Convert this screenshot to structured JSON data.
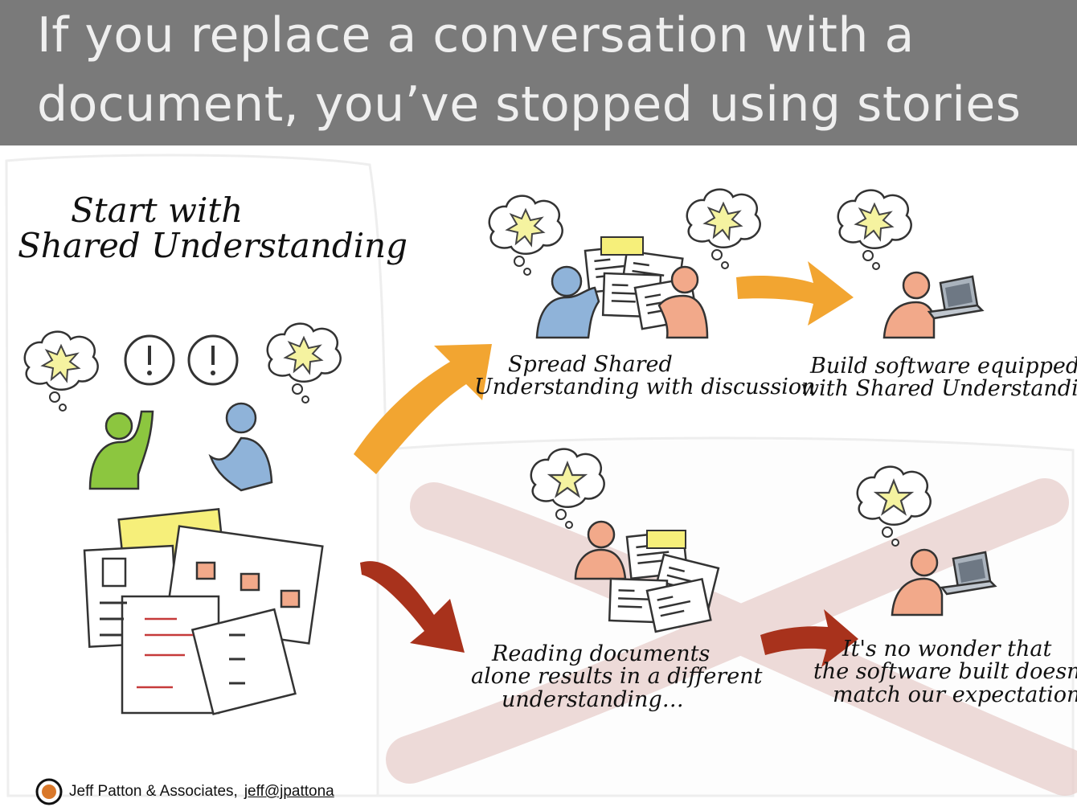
{
  "slide": {
    "title_line1": "If you replace a conversation with a",
    "title_line2": "document, you’ve stopped using stories"
  },
  "heading": {
    "line1": "Start with",
    "line2": "Shared Understanding"
  },
  "captions": {
    "spread": {
      "line1": "Spread Shared",
      "line2": "Understanding with discussion"
    },
    "build": {
      "line1": "Build software equipped",
      "line2": "with Shared Understandin"
    },
    "reading": {
      "line1": "Reading documents",
      "line2": "alone results in a different",
      "line3": "understanding…"
    },
    "wonder": {
      "line1": "It's no wonder that",
      "line2": "the software built doesn't",
      "line3": "match our expectations"
    }
  },
  "footer": {
    "text": "Jeff Patton & Associates,",
    "email": "jeff@jpattona"
  },
  "colors": {
    "title_bar": "#7a7a7a",
    "title_text": "#efefef",
    "arrow_orange": "#f2a531",
    "arrow_red": "#a8321c",
    "cross": "#e8cfcc",
    "person_green": "#8cc63f",
    "person_blue": "#8fb3d9",
    "person_peach": "#f2a98a",
    "star_yellow": "#f5f3a0"
  },
  "icons": [
    "thought-bubble-icon",
    "star-icon",
    "idea-burst-icon",
    "exclamation-icon",
    "document-stack-icon",
    "laptop-icon",
    "arrow-icon",
    "cross-out-icon",
    "logo-icon"
  ]
}
